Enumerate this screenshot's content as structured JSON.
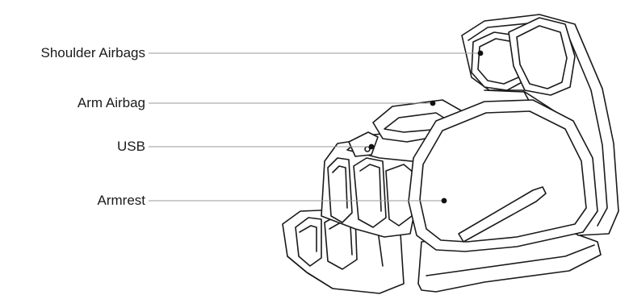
{
  "callouts": [
    {
      "id": "shoulder-airbags",
      "label": "Shoulder Airbags"
    },
    {
      "id": "arm-airbag",
      "label": "Arm Airbag"
    },
    {
      "id": "usb",
      "label": "USB"
    },
    {
      "id": "armrest",
      "label": "Armrest"
    }
  ],
  "colors": {
    "line": "#1a1a1a",
    "leader": "#9a9a9a",
    "fill": "#ffffff"
  }
}
